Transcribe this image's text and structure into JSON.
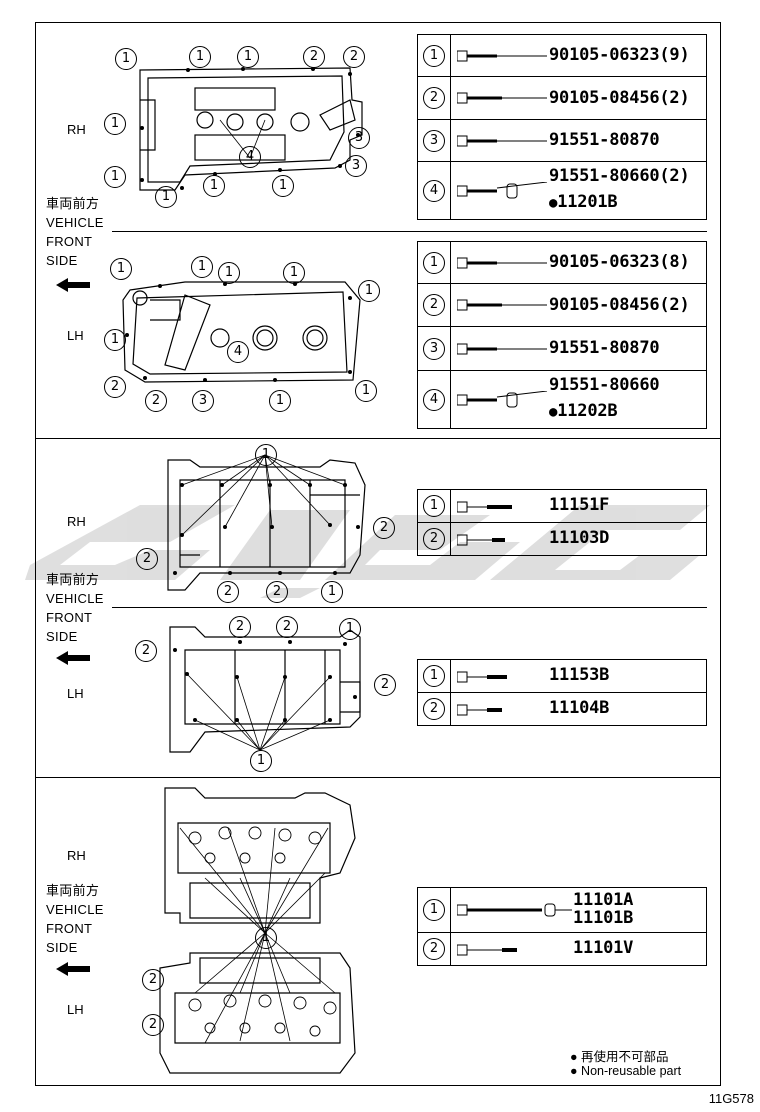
{
  "vehicle_front_side": {
    "jp": "車両前方",
    "line1": "VEHICLE",
    "line2": "FRONT",
    "line3": "SIDE"
  },
  "sides": {
    "rh": "RH",
    "lh": "LH"
  },
  "sections": {
    "cam_cover_rh": {
      "rows": [
        {
          "index": "1",
          "part": "90105-06323(9)"
        },
        {
          "index": "2",
          "part": "90105-08456(2)"
        },
        {
          "index": "3",
          "part": "91551-80870"
        },
        {
          "index": "4",
          "part": "91551-80660(2)",
          "washer": "11201B"
        }
      ]
    },
    "cam_cover_lh": {
      "rows": [
        {
          "index": "1",
          "part": "90105-06323(8)"
        },
        {
          "index": "2",
          "part": "90105-08456(2)"
        },
        {
          "index": "3",
          "part": "91551-80870"
        },
        {
          "index": "4",
          "part": "91551-80660",
          "washer": "11202B"
        }
      ]
    },
    "cyl_head_rh": {
      "rows": [
        {
          "index": "1",
          "part": "11151F"
        },
        {
          "index": "2",
          "part": "11103D"
        }
      ]
    },
    "cyl_head_lh": {
      "rows": [
        {
          "index": "1",
          "part": "11153B"
        },
        {
          "index": "2",
          "part": "11104B"
        }
      ]
    },
    "block": {
      "rows": [
        {
          "index": "1",
          "part": "11101A",
          "part2": "11101B"
        },
        {
          "index": "2",
          "part": "11101V"
        }
      ]
    }
  },
  "callouts": {
    "c1": "1",
    "c2": "2",
    "c3": "3",
    "c4": "4"
  },
  "non_reusable_symbol": "●",
  "legend": {
    "jp": "再使用不可部品",
    "en": "Non-reusable part"
  },
  "figure_ref": "11G578",
  "colors": {
    "line": "#000000",
    "watermark": "#d9d9d9"
  }
}
